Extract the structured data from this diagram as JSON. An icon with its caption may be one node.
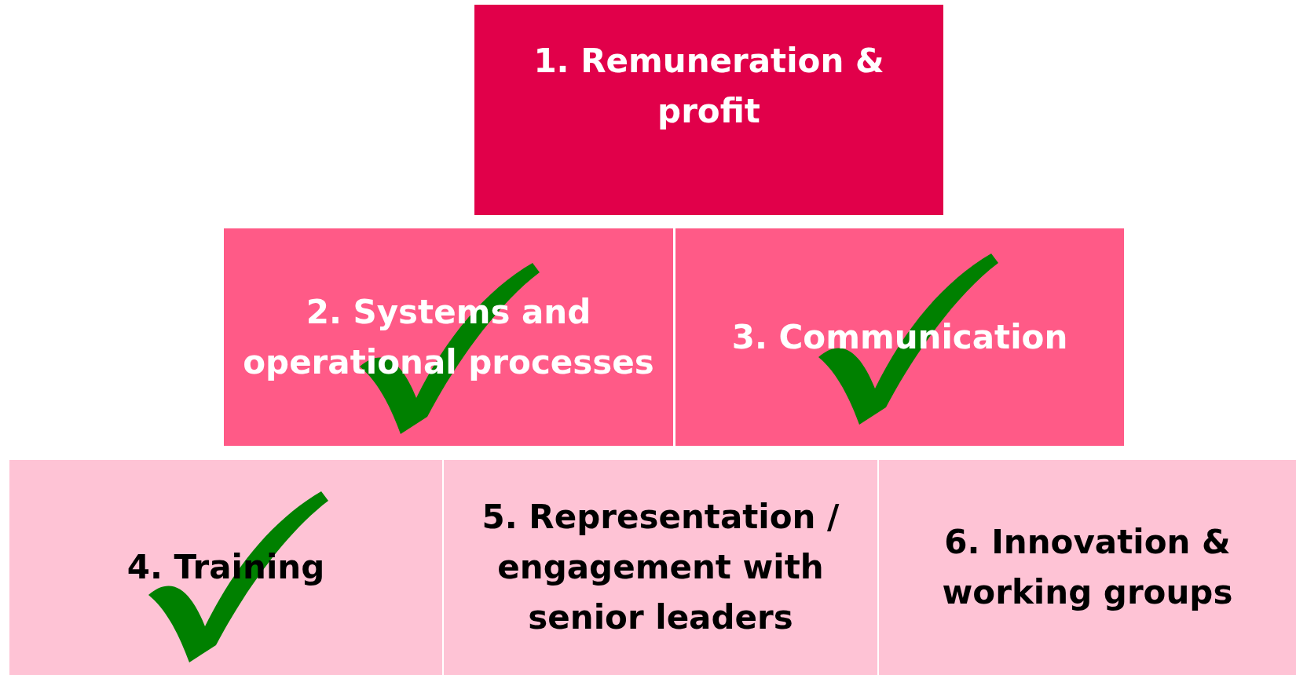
{
  "diagram": {
    "nodes": [
      {
        "text": [
          "1. Remuneration & profit"
        ]
      },
      {
        "text": [
          "2. Systems and operational processes"
        ]
      },
      {
        "text": [
          "3. Communication"
        ]
      },
      {
        "text": [
          "4. Training"
        ]
      },
      {
        "text": [
          "5. Representation / engagement with senior leaders"
        ]
      },
      {
        "text": [
          "6. Innovation & working groups"
        ]
      }
    ]
  }
}
